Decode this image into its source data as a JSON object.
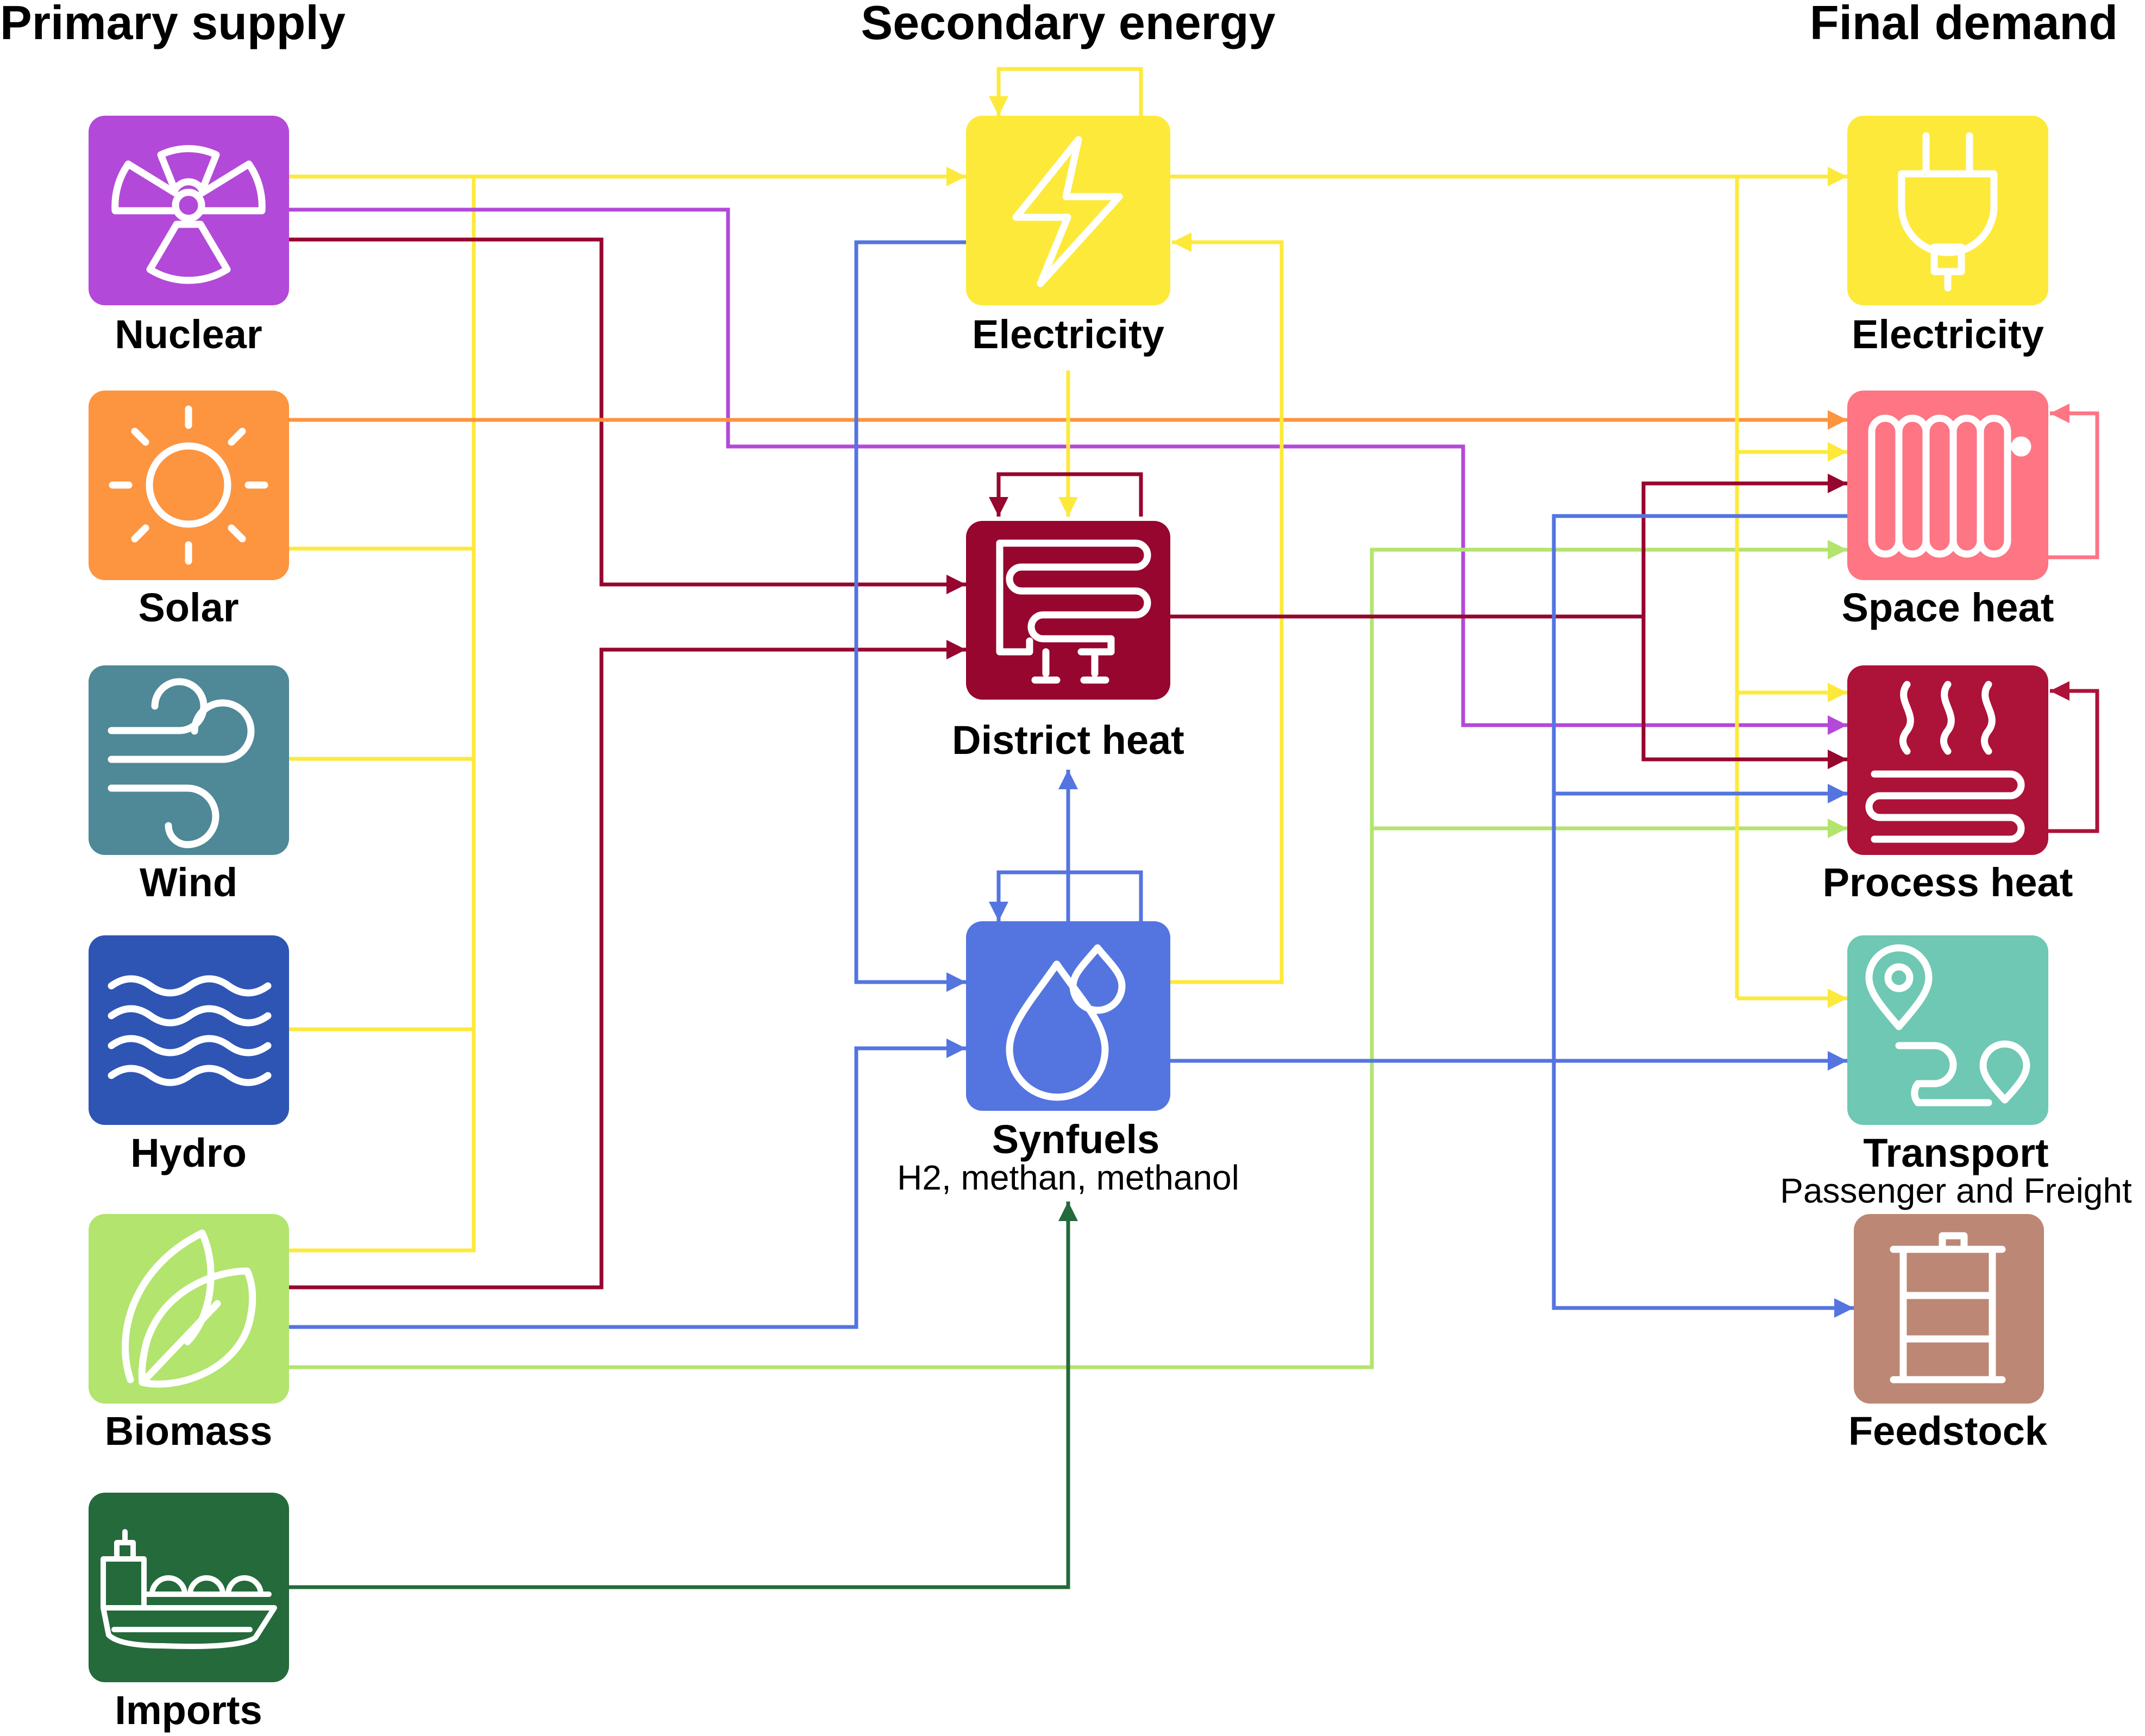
{
  "headings": {
    "primary": "Primary supply",
    "secondary": "Secondary energy",
    "final": "Final demand"
  },
  "colors": {
    "nuclear": "#b349d8",
    "solar": "#fd9440",
    "wind": "#4f8897",
    "hydro": "#2e55b3",
    "biomass": "#b2e46e",
    "imports": "#246a3b",
    "electricity": "#fde93a",
    "district_heat": "#96062e",
    "synfuels": "#5475e0",
    "final_electricity": "#fde93a",
    "space_heat": "#fe7584",
    "process_heat": "#ad1238",
    "transport": "#6ec8b3",
    "feedstock": "#bc8774",
    "flow_electricity": "#fde93a",
    "flow_nuclear": "#b349d8",
    "flow_district_heat": "#96062e",
    "flow_synfuels": "#5475e0",
    "flow_biomass": "#b2e46e",
    "flow_imports": "#246a3b",
    "flow_solar": "#fd9440",
    "flow_space_heat": "#fe7584"
  },
  "primary": {
    "nuclear": {
      "label": "Nuclear",
      "icon": "radiation-icon"
    },
    "solar": {
      "label": "Solar",
      "icon": "sun-icon"
    },
    "wind": {
      "label": "Wind",
      "icon": "wind-icon"
    },
    "hydro": {
      "label": "Hydro",
      "icon": "waves-icon"
    },
    "biomass": {
      "label": "Biomass",
      "icon": "leaf-icon"
    },
    "imports": {
      "label": "Imports",
      "icon": "tanker-ship-icon"
    }
  },
  "secondary": {
    "electricity": {
      "label": "Electricity",
      "icon": "lightning-icon"
    },
    "district_heat": {
      "label": "District heat",
      "icon": "heating-coil-icon"
    },
    "synfuels": {
      "label": "Synfuels",
      "sublabel": "H2, methan, methanol",
      "icon": "droplets-icon"
    }
  },
  "final": {
    "electricity": {
      "label": "Electricity",
      "icon": "plug-icon"
    },
    "space_heat": {
      "label": "Space heat",
      "icon": "radiator-icon"
    },
    "process_heat": {
      "label": "Process heat",
      "icon": "steam-heat-icon"
    },
    "transport": {
      "label": "Transport",
      "sublabel": "Passenger and Freight",
      "icon": "route-pin-icon"
    },
    "feedstock": {
      "label": "Feedstock",
      "icon": "barrel-icon"
    }
  },
  "flows": [
    {
      "from": "Nuclear",
      "to": "Electricity"
    },
    {
      "from": "Solar",
      "to": "Electricity"
    },
    {
      "from": "Wind",
      "to": "Electricity"
    },
    {
      "from": "Hydro",
      "to": "Electricity"
    },
    {
      "from": "Biomass",
      "to": "Electricity"
    },
    {
      "from": "Nuclear",
      "to": "District heat"
    },
    {
      "from": "Nuclear",
      "to": "Process heat"
    },
    {
      "from": "Solar",
      "to": "Space heat"
    },
    {
      "from": "Biomass",
      "to": "District heat"
    },
    {
      "from": "Biomass",
      "to": "Synfuels"
    },
    {
      "from": "Biomass",
      "to": "Space heat"
    },
    {
      "from": "Biomass",
      "to": "Process heat"
    },
    {
      "from": "Imports",
      "to": "Synfuels"
    },
    {
      "from": "Electricity",
      "to": "Electricity"
    },
    {
      "from": "Electricity",
      "to": "District heat"
    },
    {
      "from": "Electricity",
      "to": "Synfuels"
    },
    {
      "from": "Electricity",
      "to": "Space heat"
    },
    {
      "from": "Electricity",
      "to": "Process heat"
    },
    {
      "from": "Electricity",
      "to": "Transport"
    },
    {
      "from": "District heat",
      "to": "District heat"
    },
    {
      "from": "District heat",
      "to": "Space heat"
    },
    {
      "from": "District heat",
      "to": "Process heat"
    },
    {
      "from": "Synfuels",
      "to": "Synfuels"
    },
    {
      "from": "Synfuels",
      "to": "Electricity"
    },
    {
      "from": "Synfuels",
      "to": "District heat"
    },
    {
      "from": "Synfuels",
      "to": "Space heat"
    },
    {
      "from": "Synfuels",
      "to": "Process heat"
    },
    {
      "from": "Synfuels",
      "to": "Transport"
    },
    {
      "from": "Synfuels",
      "to": "Feedstock"
    },
    {
      "from": "Space heat",
      "to": "Space heat"
    },
    {
      "from": "Process heat",
      "to": "Process heat"
    }
  ]
}
